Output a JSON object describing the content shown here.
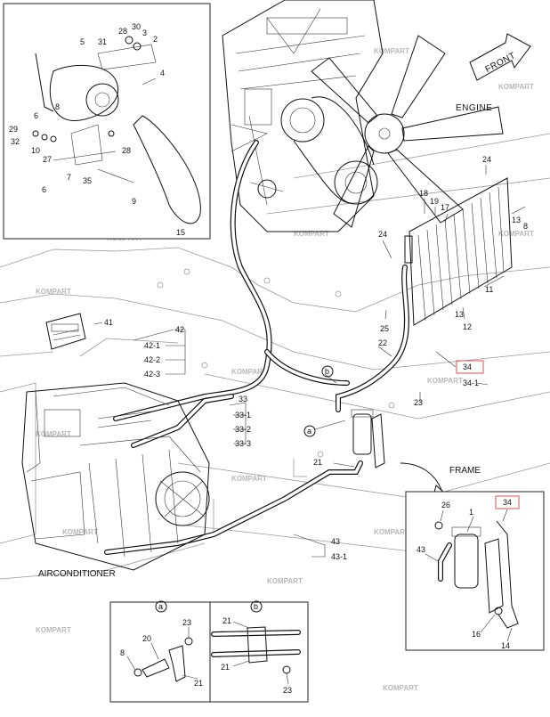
{
  "labels": {
    "front": "FRONT",
    "engine": "ENGINE",
    "frame": "FRAME",
    "airconditioner": "AIRCONDITIONER",
    "watermark": "KOMPART",
    "detail_a": "a",
    "detail_b": "b"
  },
  "callouts": {
    "inset_top": [
      "5",
      "31",
      "28",
      "30",
      "3",
      "2",
      "4",
      "6",
      "8",
      "29",
      "32",
      "10",
      "27",
      "7",
      "35",
      "28",
      "9",
      "6",
      "15"
    ],
    "main": [
      "24",
      "18",
      "19",
      "17",
      "13",
      "8",
      "12",
      "11",
      "24",
      "25",
      "13",
      "22",
      "41",
      "42",
      "42-1",
      "42-2",
      "42-3",
      "33",
      "33-1",
      "33-2",
      "33-3",
      "34",
      "34-1",
      "23",
      "21",
      "43",
      "43-1"
    ],
    "inset_frame": [
      "34",
      "26",
      "1",
      "43",
      "16",
      "14"
    ],
    "inset_a": [
      "23",
      "20",
      "8",
      "21"
    ],
    "inset_b": [
      "21",
      "21",
      "23"
    ]
  },
  "highlight_color": "#d9534f"
}
